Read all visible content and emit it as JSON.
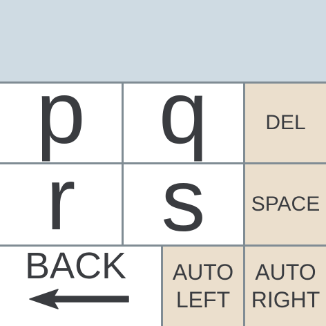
{
  "display": {
    "text": ""
  },
  "keys": {
    "p": "p",
    "q": "q",
    "r": "r",
    "s": "s",
    "del": "DEL",
    "space": "SPACE",
    "back": "BACK",
    "auto_left": [
      "AUTO",
      "LEFT"
    ],
    "auto_right": [
      "AUTO",
      "RIGHT"
    ]
  },
  "icons": {
    "back": "left-arrow-icon"
  },
  "colors": {
    "display_bg": "#cfdbe3",
    "letter_key_bg": "#ffffff",
    "function_key_bg": "#ebdfcd",
    "grid_line": "#808c94",
    "text": "#3a3c40"
  }
}
